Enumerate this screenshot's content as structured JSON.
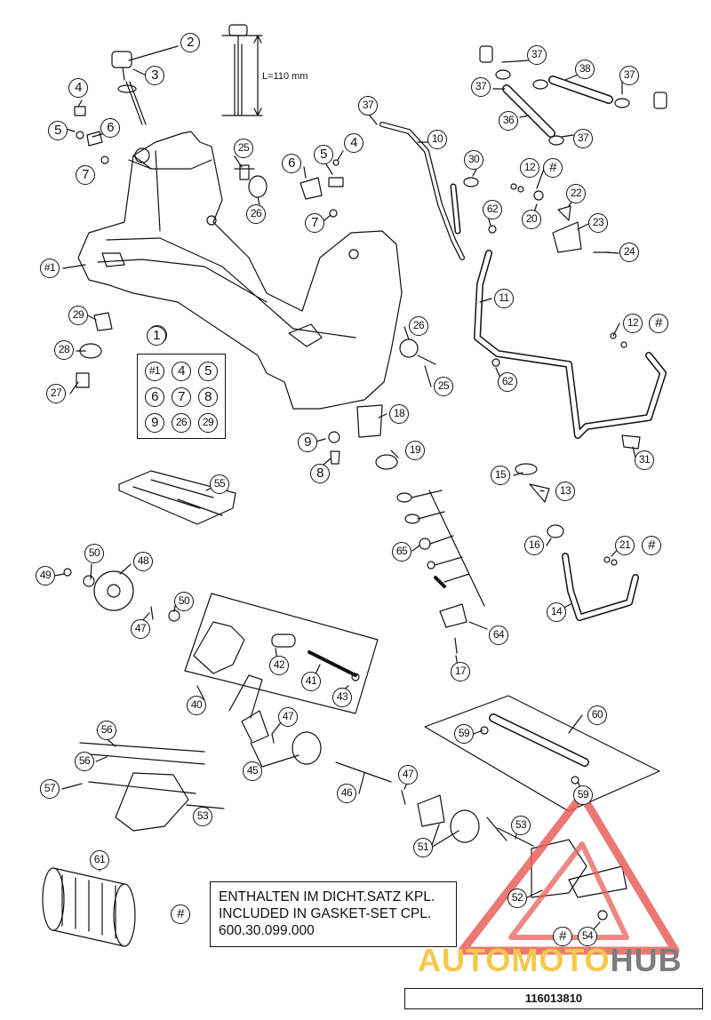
{
  "diagram": {
    "dimension_label": "L=110 mm",
    "gasket_note": {
      "marker": "#",
      "line1": "ENTHALTEN IM DICHT.SATZ KPL.",
      "line2": "INCLUDED IN GASKET-SET CPL.",
      "line3": "600.30.099.000"
    },
    "drawing_number": "116013810",
    "watermark": {
      "part1": "AUTOMOTO",
      "part2": "HUB",
      "color1": "#f6c84a",
      "color2": "#7d7d7d",
      "logo_color": "#e8605a"
    },
    "group_box": {
      "header": "1",
      "items": [
        "#1",
        "4",
        "5",
        "6",
        "7",
        "8",
        "9",
        "26",
        "29"
      ]
    },
    "callouts": [
      "2",
      "3",
      "4",
      "5",
      "6",
      "7",
      "25",
      "26",
      "6",
      "5",
      "4",
      "7",
      "37",
      "10",
      "37",
      "38",
      "37",
      "37",
      "36",
      "37",
      "30",
      "12",
      "#",
      "22",
      "62",
      "20",
      "23",
      "24",
      "#1",
      "11",
      "12",
      "#",
      "29",
      "1",
      "28",
      "27",
      "26",
      "25",
      "62",
      "18",
      "9",
      "19",
      "8",
      "31",
      "55",
      "15",
      "13",
      "16",
      "21",
      "#",
      "65",
      "14",
      "64",
      "17",
      "50",
      "48",
      "49",
      "50",
      "47",
      "42",
      "41",
      "43",
      "40",
      "47",
      "45",
      "56",
      "56",
      "46",
      "47",
      "57",
      "53",
      "60",
      "59",
      "59",
      "51",
      "53",
      "61",
      "52",
      "#",
      "54",
      "#"
    ]
  }
}
